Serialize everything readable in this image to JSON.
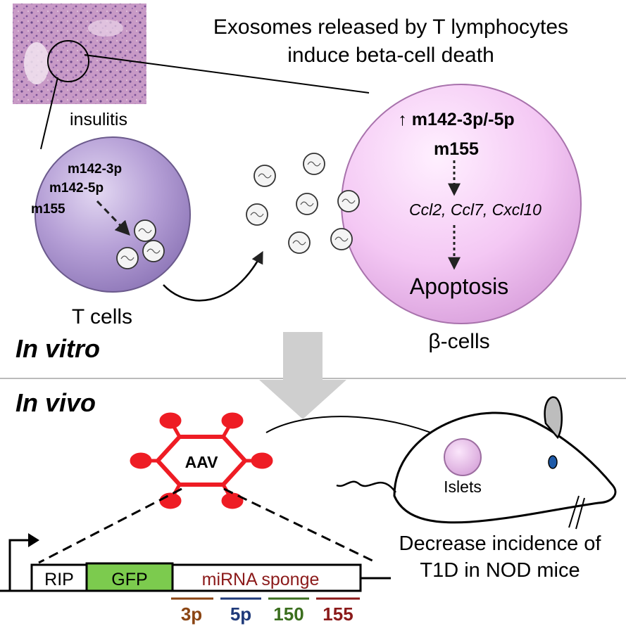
{
  "title": {
    "line1": "Exosomes released by T lymphocytes",
    "line2": "induce beta-cell death"
  },
  "histology": {
    "label": "insulitis"
  },
  "tcell": {
    "mirnas": [
      "m142-3p",
      "m142-5p",
      "m155"
    ],
    "label": "T cells"
  },
  "betacell": {
    "mirna_line1": "↑ m142-3p/-5p",
    "mirna_line2": "m155",
    "genes": "Ccl2, Ccl7, Cxcl10",
    "outcome": "Apoptosis",
    "label": "β-cells"
  },
  "sections": {
    "in_vitro": "In vitro",
    "in_vivo": "In vivo"
  },
  "vector": {
    "label": "AAV"
  },
  "mouse": {
    "islets_label": "Islets"
  },
  "result": {
    "line1": "Decrease incidence of",
    "line2": "T1D in NOD mice"
  },
  "construct": {
    "rip": "RIP",
    "gfp": "GFP",
    "sponge": "miRNA sponge",
    "sites": [
      {
        "label": "3p",
        "color": "#8B4513"
      },
      {
        "label": "5p",
        "color": "#1F3A7A"
      },
      {
        "label": "150",
        "color": "#3B6E1E"
      },
      {
        "label": "155",
        "color": "#8B1A1A"
      }
    ]
  },
  "colors": {
    "tcell_fill": "#B59FD6",
    "betacell_fill": "#F4C8F4",
    "aav_red": "#EE1C24",
    "gfp_green": "#7CCB4E",
    "sponge_text": "#8B1A1A",
    "divider": "#BBBBBB",
    "big_arrow": "#CFCFCF"
  }
}
